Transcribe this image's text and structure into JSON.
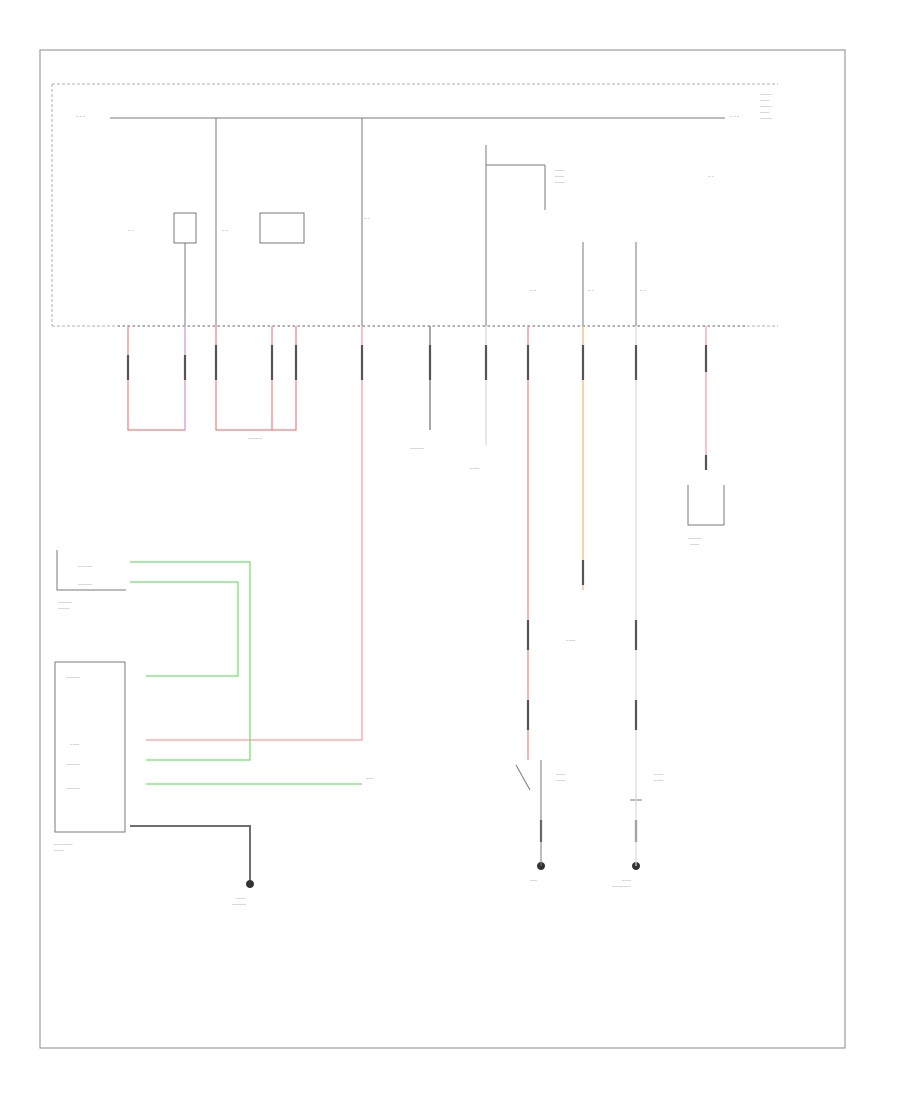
{
  "diagram": {
    "footer_code": "",
    "colors": {
      "frame": "#8a8a8a",
      "wire_black": "#6e6e6e",
      "wire_red": "#f08080",
      "wire_pink": "#ff9a9a",
      "wire_violet": "#d98be0",
      "wire_green": "#6fe06f",
      "wire_orange": "#f5b36b",
      "wire_yellow": "#e6d96a",
      "wire_white": "#d8d8d8"
    },
    "fuse_box": {
      "fuses": [
        "",
        "",
        "",
        "",
        "",
        "",
        "",
        ""
      ]
    },
    "components": [
      {
        "id": "left-top-component",
        "label": ""
      },
      {
        "id": "left-bottom-module",
        "label": ""
      },
      {
        "id": "junction-left",
        "label": ""
      },
      {
        "id": "center-ground",
        "label": ""
      },
      {
        "id": "right-switch-1",
        "label": ""
      },
      {
        "id": "right-switch-2",
        "label": ""
      },
      {
        "id": "right-small-component",
        "label": ""
      },
      {
        "id": "right-splice",
        "label": ""
      },
      {
        "id": "bottom-ground-left",
        "label": ""
      },
      {
        "id": "bottom-ground-mid",
        "label": ""
      },
      {
        "id": "bottom-ground-right",
        "label": ""
      }
    ]
  }
}
